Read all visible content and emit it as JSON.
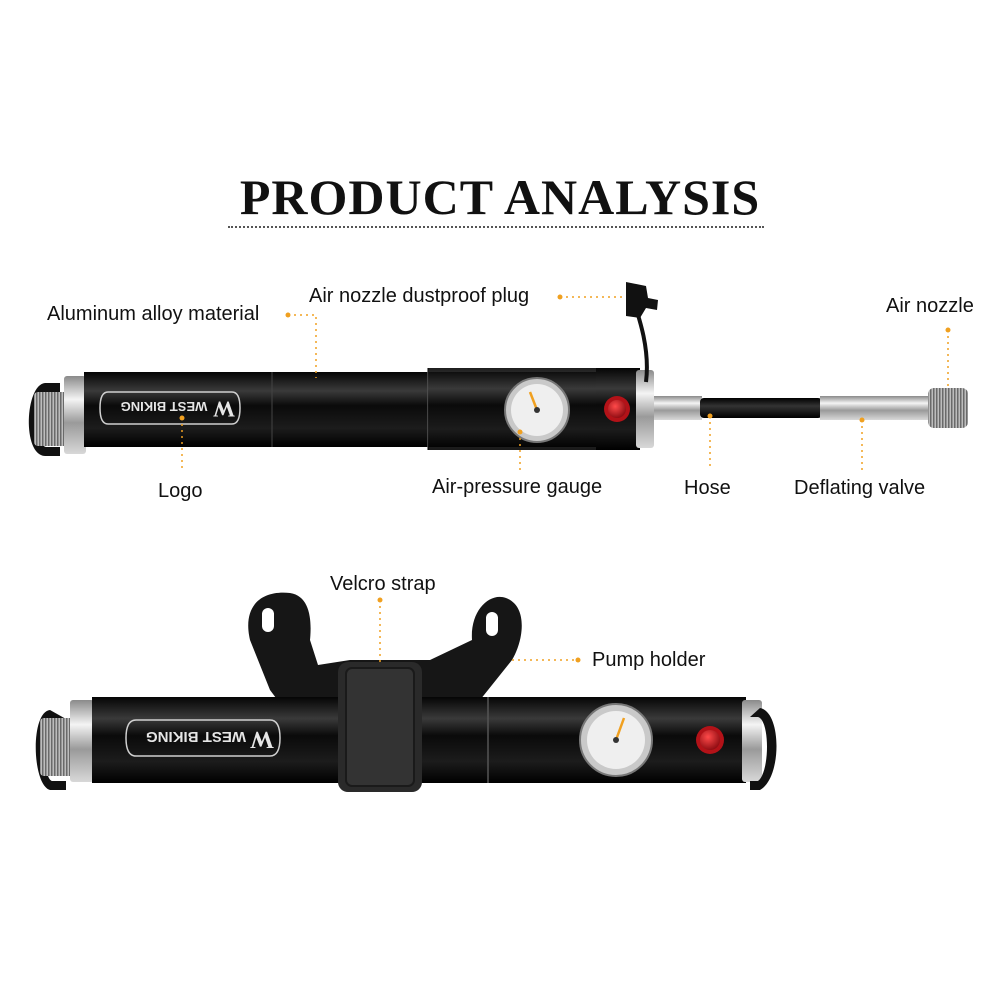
{
  "title": "PRODUCT ANALYSIS",
  "brand_logo_text": "WEST BIKING",
  "labels": {
    "aluminum": "Aluminum alloy material",
    "dustproof": "Air nozzle dustproof plug",
    "air_nozzle": "Air nozzle",
    "logo": "Logo",
    "gauge": "Air-pressure gauge",
    "hose": "Hose",
    "deflating": "Deflating valve",
    "velcro": "Velcro strap",
    "holder": "Pump holder"
  },
  "colors": {
    "leader": "#f0a020",
    "barrel": "#111111",
    "button": "#c0141c",
    "text": "#111111"
  }
}
